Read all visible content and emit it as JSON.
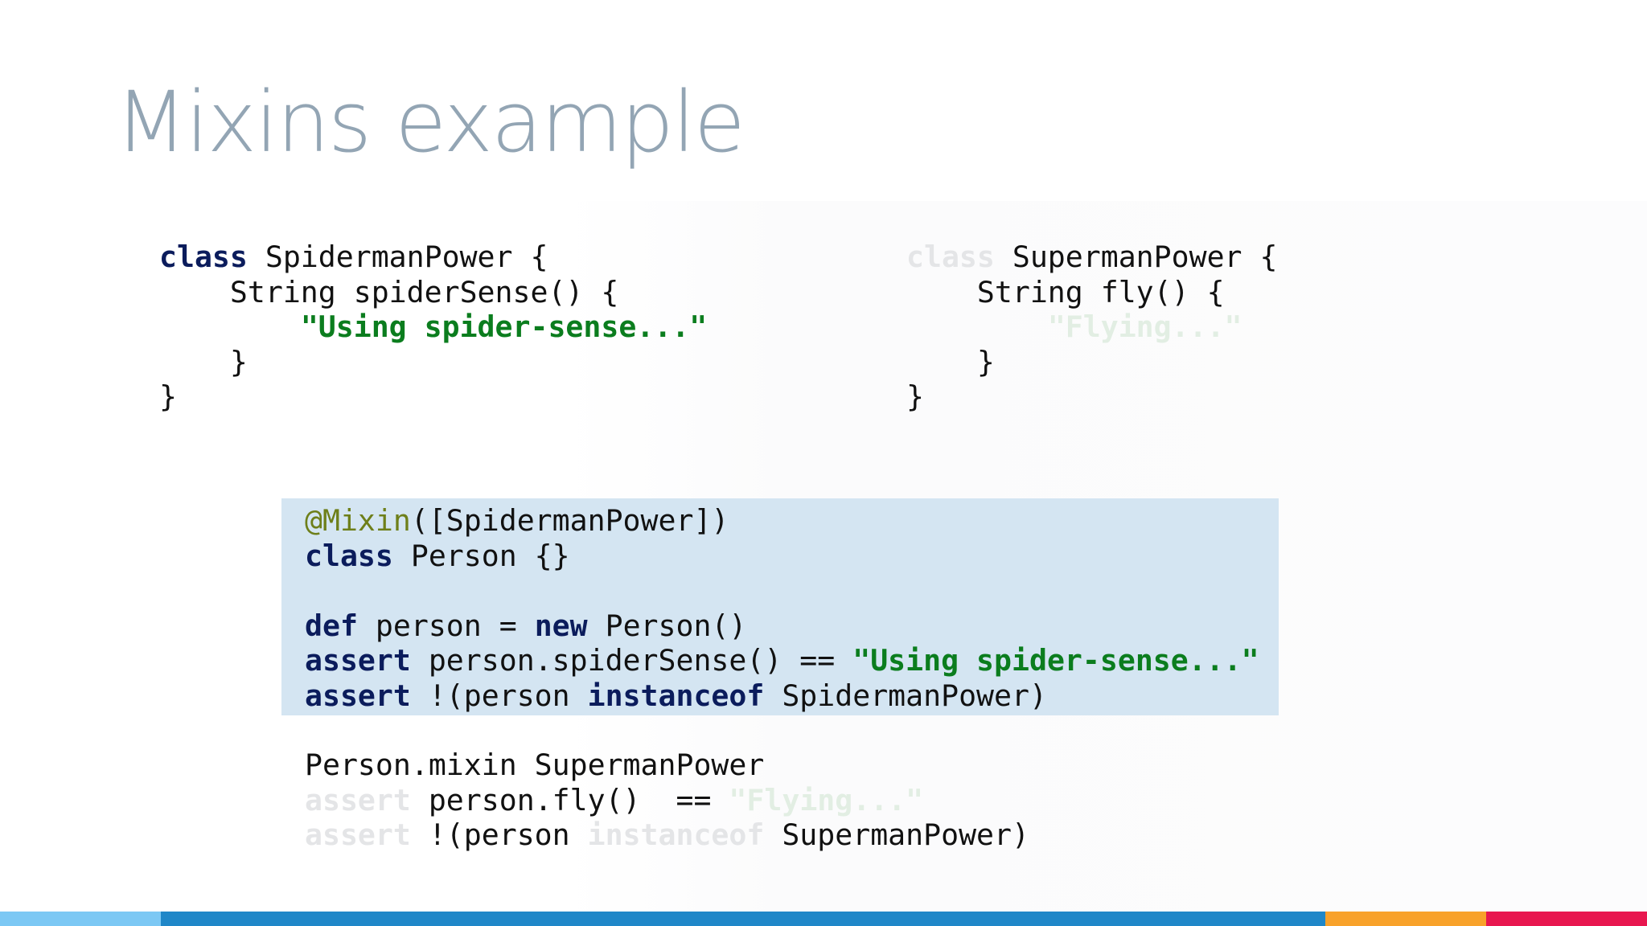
{
  "slide": {
    "title": "Mixins example"
  },
  "spiderman_class": {
    "line1_kw": "class",
    "line1_rest": " SpidermanPower {",
    "line2": "    String spiderSense() {",
    "line3_indent": "        ",
    "line3_str": "\"Using spider-sense...\"",
    "line4": "    }",
    "line5": "}"
  },
  "superman_class": {
    "line1_kw": "class",
    "line1_rest": " SupermanPower {",
    "line2": "    String fly() {",
    "line3_indent": "        ",
    "line3_str": "\"Flying...\"",
    "line4": "    }",
    "line5": "}"
  },
  "mixin_code": {
    "l1_ann": "@Mixin",
    "l1_rest": "([SpidermanPower])",
    "l2_kw": "class",
    "l2_rest": " Person {}",
    "l4_kw1": "def",
    "l4_mid": " person = ",
    "l4_kw2": "new",
    "l4_rest": " Person()",
    "l5_kw": "assert",
    "l5_mid": " person.spiderSense() == ",
    "l5_str": "\"Using spider-sense...\"",
    "l6_kw1": "assert",
    "l6_mid": " !(person ",
    "l6_kw2": "instanceof",
    "l6_rest": " SpidermanPower)"
  },
  "faded_code": {
    "l1": "Person.mixin SupermanPower",
    "l2_kw": "assert",
    "l2_mid": " person.fly()  == ",
    "l2_str": "\"Flying...\"",
    "l3_kw1": "assert",
    "l3_mid": " !(person ",
    "l3_kw2": "instanceof",
    "l3_rest": " SupermanPower)"
  },
  "colors": {
    "title": "#93a5b4",
    "keyword": "#0b1c5c",
    "string": "#0b7d1e",
    "annotation": "#6e7f1a",
    "highlight_box": "#d4e5f2",
    "bar_light_blue": "#7cc8f4",
    "bar_blue": "#1f87c8",
    "bar_orange": "#f8a22a",
    "bar_pink": "#e8174f"
  }
}
